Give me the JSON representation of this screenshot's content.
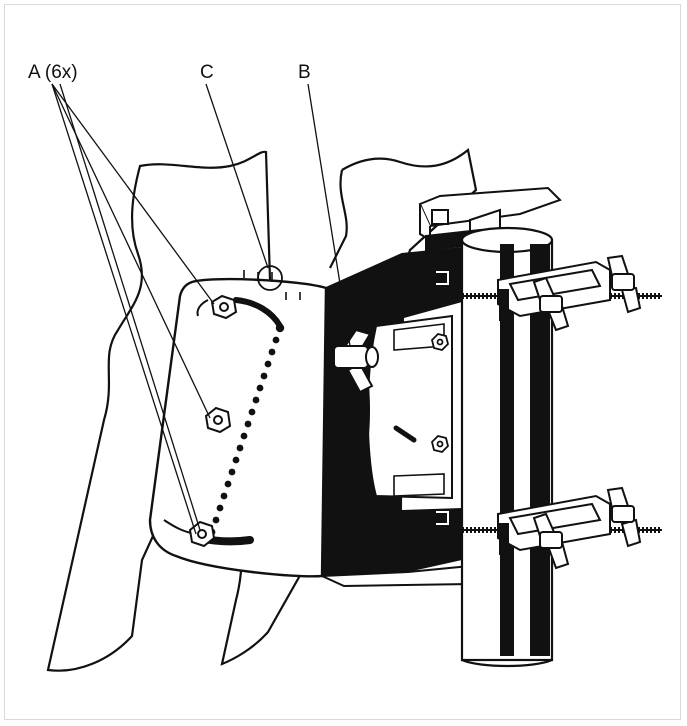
{
  "figure": {
    "callouts": {
      "a": "A (6x)",
      "b": "B",
      "c": "C"
    },
    "colors": {
      "ink": "#111111",
      "paper": "#ffffff",
      "frame_border": "#d9d9d9"
    }
  }
}
